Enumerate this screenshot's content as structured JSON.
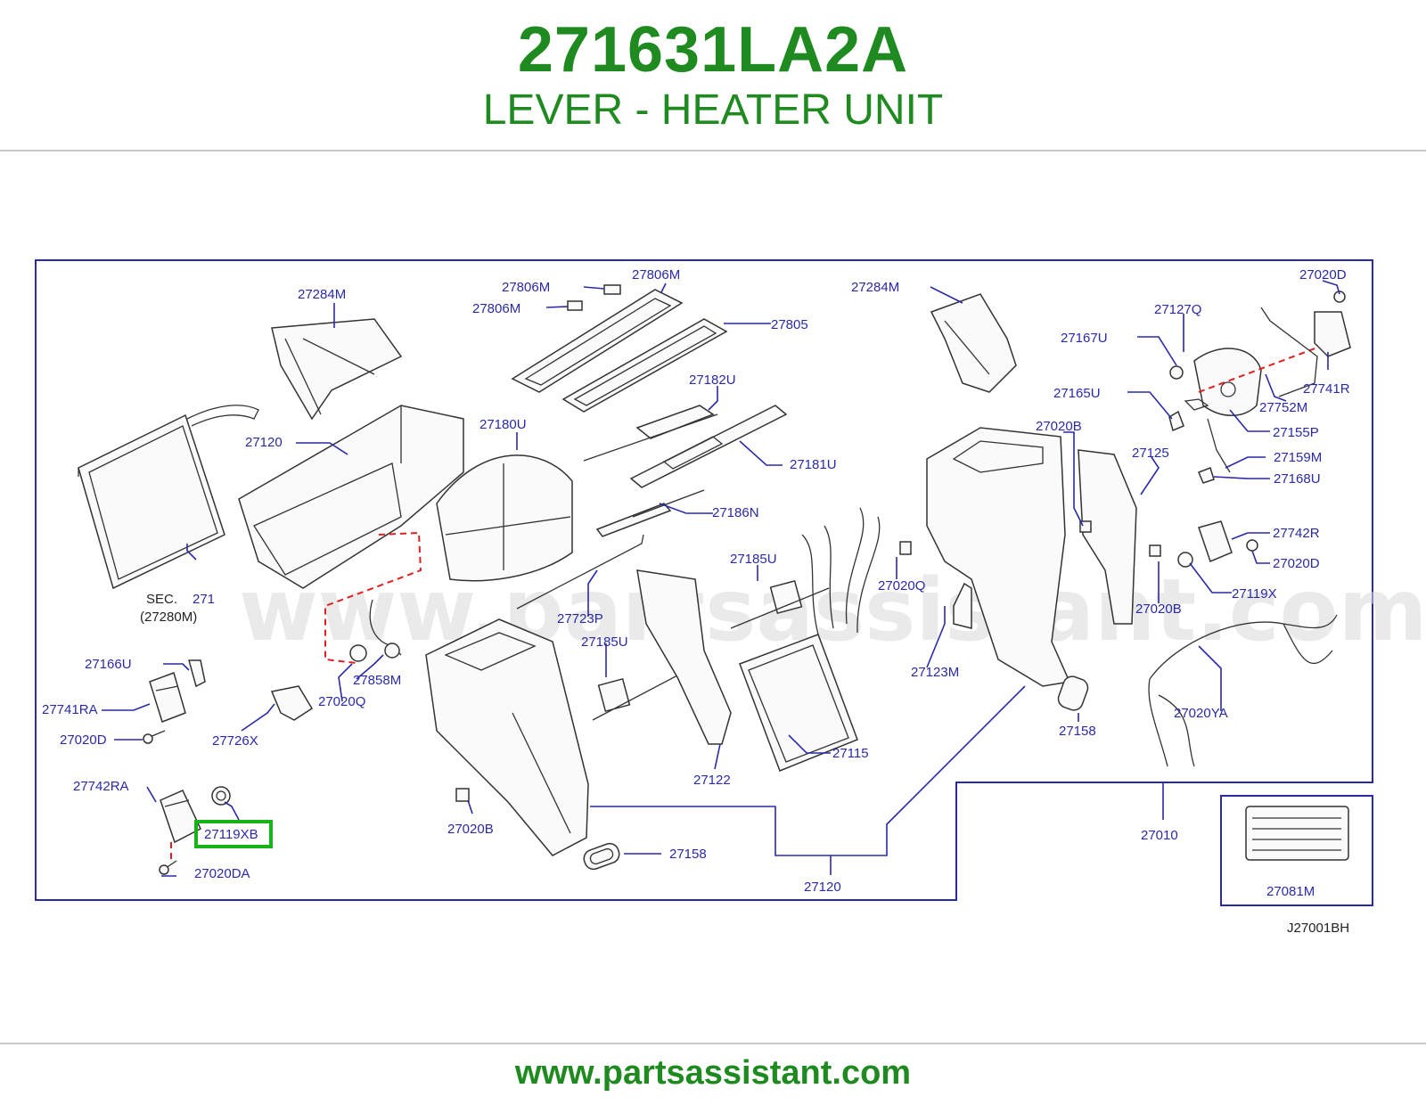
{
  "header": {
    "part_number": "271631LA2A",
    "part_name": "LEVER - HEATER UNIT"
  },
  "diagram": {
    "watermark": "www.partsassistant.com",
    "diagram_code": "J27001BH",
    "highlighted_part": "27119XB",
    "sec_label": "SEC.",
    "sec_number": "271",
    "sec_ref": "(27280M)",
    "labels": [
      {
        "id": "l1",
        "text": "27284M"
      },
      {
        "id": "l2",
        "text": "27806M"
      },
      {
        "id": "l3",
        "text": "27806M"
      },
      {
        "id": "l4",
        "text": "27806M"
      },
      {
        "id": "l5",
        "text": "27805"
      },
      {
        "id": "l6",
        "text": "27284M"
      },
      {
        "id": "l7",
        "text": "27020D"
      },
      {
        "id": "l8",
        "text": "27127Q"
      },
      {
        "id": "l9",
        "text": "27167U"
      },
      {
        "id": "l10",
        "text": "27741R"
      },
      {
        "id": "l11",
        "text": "27752M"
      },
      {
        "id": "l12",
        "text": "27165U"
      },
      {
        "id": "l13",
        "text": "27155P"
      },
      {
        "id": "l14",
        "text": "27182U"
      },
      {
        "id": "l15",
        "text": "27180U"
      },
      {
        "id": "l16",
        "text": "27120"
      },
      {
        "id": "l17",
        "text": "27181U"
      },
      {
        "id": "l18",
        "text": "27020B"
      },
      {
        "id": "l19",
        "text": "27125"
      },
      {
        "id": "l20",
        "text": "27159M"
      },
      {
        "id": "l21",
        "text": "27168U"
      },
      {
        "id": "l22",
        "text": "27186N"
      },
      {
        "id": "l23",
        "text": "27742R"
      },
      {
        "id": "l24",
        "text": "27020D"
      },
      {
        "id": "l25",
        "text": "27185U"
      },
      {
        "id": "l26",
        "text": "27020Q"
      },
      {
        "id": "l27",
        "text": "27119X"
      },
      {
        "id": "l28",
        "text": "27723P"
      },
      {
        "id": "l29",
        "text": "27020B"
      },
      {
        "id": "l30",
        "text": "27185U"
      },
      {
        "id": "l31",
        "text": "27166U"
      },
      {
        "id": "l32",
        "text": "27123M"
      },
      {
        "id": "l33",
        "text": "27858M"
      },
      {
        "id": "l34",
        "text": "27741RA"
      },
      {
        "id": "l35",
        "text": "27020Q"
      },
      {
        "id": "l36",
        "text": "27020YA"
      },
      {
        "id": "l37",
        "text": "27158"
      },
      {
        "id": "l38",
        "text": "27020D"
      },
      {
        "id": "l39",
        "text": "27726X"
      },
      {
        "id": "l40",
        "text": "27115"
      },
      {
        "id": "l41",
        "text": "27122"
      },
      {
        "id": "l42",
        "text": "27742RA"
      },
      {
        "id": "l43",
        "text": "27020B"
      },
      {
        "id": "l44",
        "text": "27010"
      },
      {
        "id": "l45",
        "text": "27158"
      },
      {
        "id": "l46",
        "text": "27020DA"
      },
      {
        "id": "l47",
        "text": "27120"
      },
      {
        "id": "l48",
        "text": "27081M"
      },
      {
        "id": "l49",
        "text": "27119XB"
      }
    ]
  },
  "footer": {
    "website": "www.partsassistant.com"
  }
}
